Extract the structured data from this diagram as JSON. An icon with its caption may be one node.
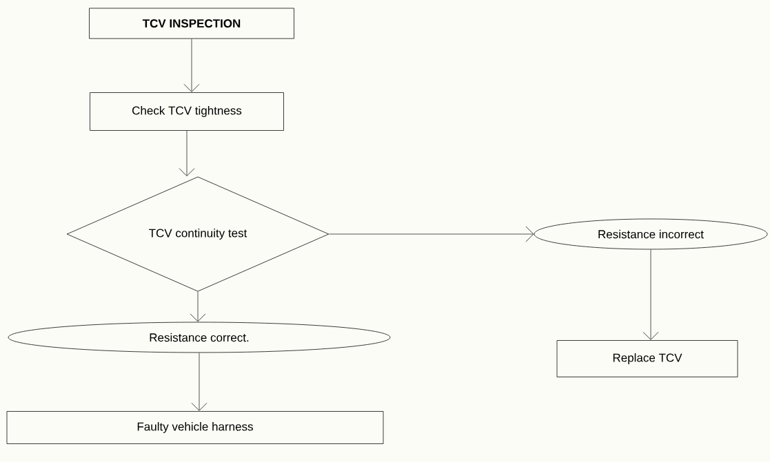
{
  "diagram": {
    "nodes": [
      {
        "text": [
          "TCV INSPECTION"
        ]
      },
      {
        "text": [
          "Check TCV tightness"
        ]
      },
      {
        "text": [
          "TCV continuity test"
        ]
      },
      {
        "text": [
          "Resistance incorrect"
        ]
      },
      {
        "text": [
          "Resistance correct."
        ]
      },
      {
        "text": [
          "Replace TCV"
        ]
      },
      {
        "text": [
          "Faulty vehicle harness"
        ]
      }
    ],
    "edges": [
      {
        "from": 0,
        "to": 1,
        "arrow": "to"
      },
      {
        "from": 1,
        "to": 2,
        "arrow": "to"
      },
      {
        "from": 2,
        "to": 3,
        "arrow": "to"
      },
      {
        "from": 2,
        "to": 4,
        "arrow": "to"
      },
      {
        "from": 3,
        "to": 5,
        "arrow": "to"
      },
      {
        "from": 4,
        "to": 6,
        "arrow": "to"
      }
    ]
  }
}
